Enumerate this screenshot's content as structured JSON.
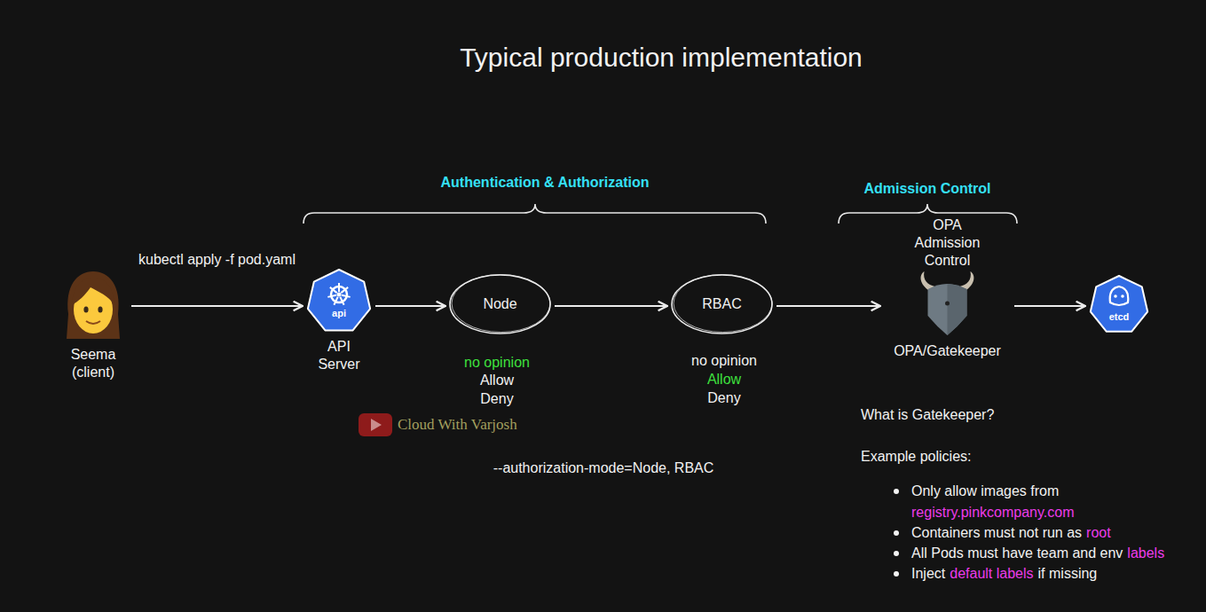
{
  "diagram": {
    "title": "Typical production implementation",
    "nodes": [
      {
        "text": [
          "Seema (client)"
        ]
      },
      {
        "text": [
          "api",
          "API Server"
        ]
      },
      {
        "text": [
          "Node"
        ]
      },
      {
        "text": [
          "RBAC"
        ]
      },
      {
        "text": [
          "OPA Admission Control",
          "OPA/Gatekeeper"
        ]
      },
      {
        "text": [
          "etcd"
        ]
      }
    ],
    "edges": [
      {
        "from": 0,
        "to": 1,
        "arrow": "to",
        "label": "kubectl apply -f pod.yaml"
      },
      {
        "from": 1,
        "to": 2,
        "arrow": "to"
      },
      {
        "from": 2,
        "to": 3,
        "arrow": "to"
      },
      {
        "from": 3,
        "to": 4,
        "arrow": "to"
      },
      {
        "from": 4,
        "to": 5,
        "arrow": "to"
      }
    ],
    "labels": [
      "Authentication & Authorization",
      "Admission Control",
      "no opinion",
      "Allow",
      "Deny",
      "no opinion",
      "Allow",
      "Deny",
      "Cloud With Varjosh",
      "--authorization-mode=Node, RBAC",
      "What is Gatekeeper?",
      "Example policies:",
      "Only allow images from",
      "registry.pinkcompany.com",
      "Containers must not run as",
      "root",
      "All Pods must have team and env",
      "labels",
      "Inject",
      "default labels",
      "if missing"
    ]
  }
}
